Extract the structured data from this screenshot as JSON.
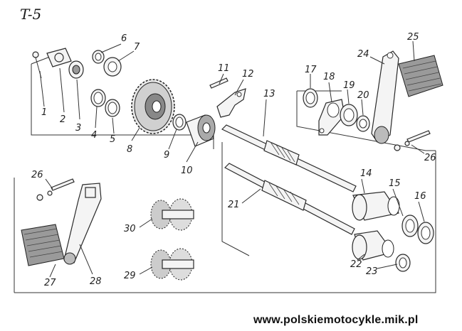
{
  "diagram": {
    "title": "T-5",
    "website": "www.polskiemotocykle.mik.pl",
    "labels": [
      {
        "n": "1"
      },
      {
        "n": "2"
      },
      {
        "n": "3"
      },
      {
        "n": "4"
      },
      {
        "n": "5"
      },
      {
        "n": "6"
      },
      {
        "n": "7"
      },
      {
        "n": "8"
      },
      {
        "n": "9"
      },
      {
        "n": "10"
      },
      {
        "n": "11"
      },
      {
        "n": "12"
      },
      {
        "n": "13"
      },
      {
        "n": "14"
      },
      {
        "n": "15"
      },
      {
        "n": "16"
      },
      {
        "n": "17"
      },
      {
        "n": "18"
      },
      {
        "n": "19"
      },
      {
        "n": "20"
      },
      {
        "n": "21"
      },
      {
        "n": "22"
      },
      {
        "n": "23"
      },
      {
        "n": "24"
      },
      {
        "n": "25"
      },
      {
        "n": "26"
      },
      {
        "n": "26"
      },
      {
        "n": "27"
      },
      {
        "n": "28"
      },
      {
        "n": "29"
      },
      {
        "n": "30"
      }
    ]
  }
}
